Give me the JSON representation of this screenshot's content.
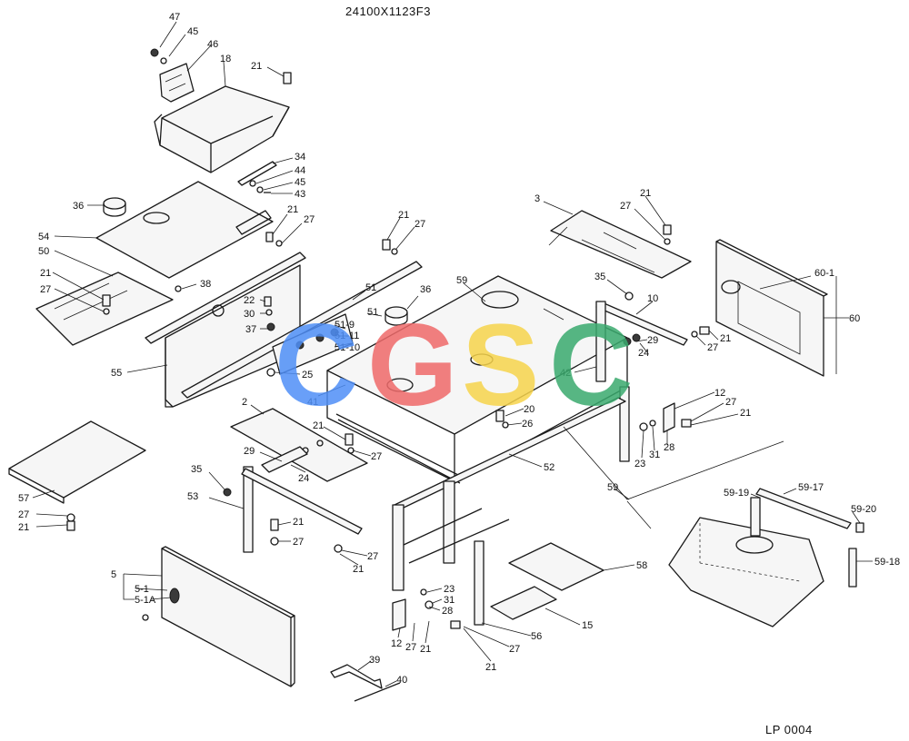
{
  "header": {
    "drawing_number": "24100X1123F3"
  },
  "footer": {
    "page_code": "LP 0004"
  },
  "watermark": {
    "letters": [
      "C",
      "G",
      "S",
      "C"
    ],
    "colors": [
      "#4f8ff7",
      "#ef6a6a",
      "#f7d44c",
      "#3aaa6e"
    ]
  },
  "callouts": [
    {
      "id": "c47",
      "label": "47"
    },
    {
      "id": "c45a",
      "label": "45"
    },
    {
      "id": "c46",
      "label": "46"
    },
    {
      "id": "c18",
      "label": "18"
    },
    {
      "id": "c21a",
      "label": "21"
    },
    {
      "id": "c34",
      "label": "34"
    },
    {
      "id": "c44",
      "label": "44"
    },
    {
      "id": "c45b",
      "label": "45"
    },
    {
      "id": "c43",
      "label": "43"
    },
    {
      "id": "c36a",
      "label": "36"
    },
    {
      "id": "c54",
      "label": "54"
    },
    {
      "id": "c50",
      "label": "50"
    },
    {
      "id": "c21b",
      "label": "21"
    },
    {
      "id": "c27a",
      "label": "27"
    },
    {
      "id": "c38",
      "label": "38"
    },
    {
      "id": "c21c",
      "label": "21"
    },
    {
      "id": "c27b",
      "label": "27"
    },
    {
      "id": "c22",
      "label": "22"
    },
    {
      "id": "c30",
      "label": "30"
    },
    {
      "id": "c37",
      "label": "37"
    },
    {
      "id": "c55",
      "label": "55"
    },
    {
      "id": "c51a",
      "label": "51"
    },
    {
      "id": "c519",
      "label": "51-9"
    },
    {
      "id": "c5111",
      "label": "51-11"
    },
    {
      "id": "c5110",
      "label": "51-10"
    },
    {
      "id": "c51b",
      "label": "51"
    },
    {
      "id": "c25",
      "label": "25"
    },
    {
      "id": "c21d",
      "label": "21"
    },
    {
      "id": "c27c",
      "label": "27"
    },
    {
      "id": "c36b",
      "label": "36"
    },
    {
      "id": "c59a",
      "label": "59"
    },
    {
      "id": "c41",
      "label": "41"
    },
    {
      "id": "c3",
      "label": "3"
    },
    {
      "id": "c21e",
      "label": "21"
    },
    {
      "id": "c27d",
      "label": "27"
    },
    {
      "id": "c35a",
      "label": "35"
    },
    {
      "id": "c10",
      "label": "10"
    },
    {
      "id": "c601",
      "label": "60-1"
    },
    {
      "id": "c60",
      "label": "60"
    },
    {
      "id": "c29a",
      "label": "29"
    },
    {
      "id": "c24a",
      "label": "24"
    },
    {
      "id": "c21f",
      "label": "21"
    },
    {
      "id": "c27e",
      "label": "27"
    },
    {
      "id": "c42",
      "label": "42"
    },
    {
      "id": "c12a",
      "label": "12"
    },
    {
      "id": "c27f",
      "label": "27"
    },
    {
      "id": "c21g",
      "label": "21"
    },
    {
      "id": "c20",
      "label": "20"
    },
    {
      "id": "c26",
      "label": "26"
    },
    {
      "id": "c23a",
      "label": "23"
    },
    {
      "id": "c31a",
      "label": "31"
    },
    {
      "id": "c28a",
      "label": "28"
    },
    {
      "id": "c2",
      "label": "2"
    },
    {
      "id": "c21h",
      "label": "21"
    },
    {
      "id": "c27g",
      "label": "27"
    },
    {
      "id": "c52",
      "label": "52"
    },
    {
      "id": "c29b",
      "label": "29"
    },
    {
      "id": "c24b",
      "label": "24"
    },
    {
      "id": "c35b",
      "label": "35"
    },
    {
      "id": "c53",
      "label": "53"
    },
    {
      "id": "c57",
      "label": "57"
    },
    {
      "id": "c27h",
      "label": "27"
    },
    {
      "id": "c21i",
      "label": "21"
    },
    {
      "id": "c21j",
      "label": "21"
    },
    {
      "id": "c27i",
      "label": "27"
    },
    {
      "id": "c27j",
      "label": "27"
    },
    {
      "id": "c21k",
      "label": "21"
    },
    {
      "id": "c59b",
      "label": "59"
    },
    {
      "id": "c5919",
      "label": "59-19"
    },
    {
      "id": "c5917",
      "label": "59-17"
    },
    {
      "id": "c5920",
      "label": "59-20"
    },
    {
      "id": "c5918",
      "label": "59-18"
    },
    {
      "id": "c5",
      "label": "5"
    },
    {
      "id": "c51p",
      "label": "5-1"
    },
    {
      "id": "c51A",
      "label": "5-1A"
    },
    {
      "id": "c58",
      "label": "58"
    },
    {
      "id": "c23b",
      "label": "23"
    },
    {
      "id": "c31b",
      "label": "31"
    },
    {
      "id": "c28b",
      "label": "28"
    },
    {
      "id": "c15",
      "label": "15"
    },
    {
      "id": "c12b",
      "label": "12"
    },
    {
      "id": "c27k",
      "label": "27"
    },
    {
      "id": "c21l",
      "label": "21"
    },
    {
      "id": "c56",
      "label": "56"
    },
    {
      "id": "c27l",
      "label": "27"
    },
    {
      "id": "c21m",
      "label": "21"
    },
    {
      "id": "c39",
      "label": "39"
    },
    {
      "id": "c40",
      "label": "40"
    }
  ]
}
